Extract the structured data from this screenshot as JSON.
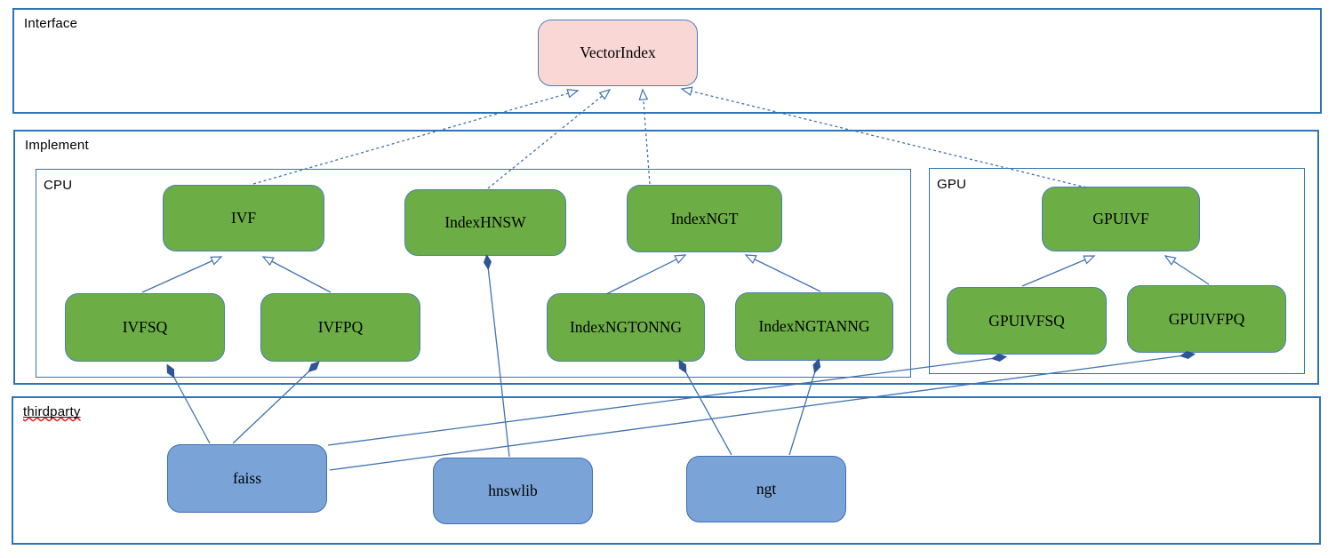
{
  "sections": {
    "interface": {
      "label": "Interface"
    },
    "implement": {
      "label": "Implement"
    },
    "cpu": {
      "label": "CPU"
    },
    "gpu": {
      "label": "GPU"
    },
    "thirdparty": {
      "label": "thirdparty"
    }
  },
  "nodes": {
    "vectorindex": {
      "label": "VectorIndex"
    },
    "ivf": {
      "label": "IVF"
    },
    "indexhnsw": {
      "label": "IndexHNSW"
    },
    "indexngt": {
      "label": "IndexNGT"
    },
    "ivfsq": {
      "label": "IVFSQ"
    },
    "ivfpq": {
      "label": "IVFPQ"
    },
    "indexngtonng": {
      "label": "IndexNGTONNG"
    },
    "indexngtanng": {
      "label": "IndexNGTANNG"
    },
    "gpuivf": {
      "label": "GPUIVF"
    },
    "gpuivfsq": {
      "label": "GPUIVFSQ"
    },
    "gpuivfpq": {
      "label": "GPUIVFPQ"
    },
    "faiss": {
      "label": "faiss"
    },
    "hnswlib": {
      "label": "hnswlib"
    },
    "ngt": {
      "label": "ngt"
    }
  },
  "edges": [
    {
      "from": "IVF",
      "to": "VectorIndex",
      "type": "implements",
      "style": "dashed, hollow arrow"
    },
    {
      "from": "IndexHNSW",
      "to": "VectorIndex",
      "type": "implements",
      "style": "dashed, hollow arrow"
    },
    {
      "from": "IndexNGT",
      "to": "VectorIndex",
      "type": "implements",
      "style": "dashed, hollow arrow"
    },
    {
      "from": "GPUIVF",
      "to": "VectorIndex",
      "type": "implements",
      "style": "dashed, hollow arrow"
    },
    {
      "from": "IVFSQ",
      "to": "IVF",
      "type": "inherits",
      "style": "solid, hollow arrow"
    },
    {
      "from": "IVFPQ",
      "to": "IVF",
      "type": "inherits",
      "style": "solid, hollow arrow"
    },
    {
      "from": "IndexNGTONNG",
      "to": "IndexNGT",
      "type": "inherits",
      "style": "solid, hollow arrow"
    },
    {
      "from": "IndexNGTANNG",
      "to": "IndexNGT",
      "type": "inherits",
      "style": "solid, hollow arrow"
    },
    {
      "from": "GPUIVFSQ",
      "to": "GPUIVF",
      "type": "inherits",
      "style": "solid, hollow arrow"
    },
    {
      "from": "GPUIVFPQ",
      "to": "GPUIVF",
      "type": "inherits",
      "style": "solid, hollow arrow"
    },
    {
      "from": "faiss",
      "to": "IVFSQ",
      "type": "composition",
      "style": "solid, filled diamond at component"
    },
    {
      "from": "faiss",
      "to": "IVFPQ",
      "type": "composition",
      "style": "solid, filled diamond at component"
    },
    {
      "from": "faiss",
      "to": "GPUIVFSQ",
      "type": "composition",
      "style": "solid, filled diamond at component"
    },
    {
      "from": "faiss",
      "to": "GPUIVFPQ",
      "type": "composition",
      "style": "solid, filled diamond at component"
    },
    {
      "from": "hnswlib",
      "to": "IndexHNSW",
      "type": "composition",
      "style": "solid, filled diamond at component"
    },
    {
      "from": "ngt",
      "to": "IndexNGTONNG",
      "type": "composition",
      "style": "solid, filled diamond at component"
    },
    {
      "from": "ngt",
      "to": "IndexNGTANNG",
      "type": "composition",
      "style": "solid, filled diamond at component"
    }
  ],
  "colors": {
    "interface_node_fill": "#f8d7d5",
    "implement_node_fill": "#6cae45",
    "thirdparty_node_fill": "#7aa4d8",
    "node_border": "#4a7ebb",
    "frame_border": "#2e74b5",
    "connector": "#4073af",
    "diamond_fill": "#2f5597",
    "spellcheck_squiggle": "#e02020"
  }
}
